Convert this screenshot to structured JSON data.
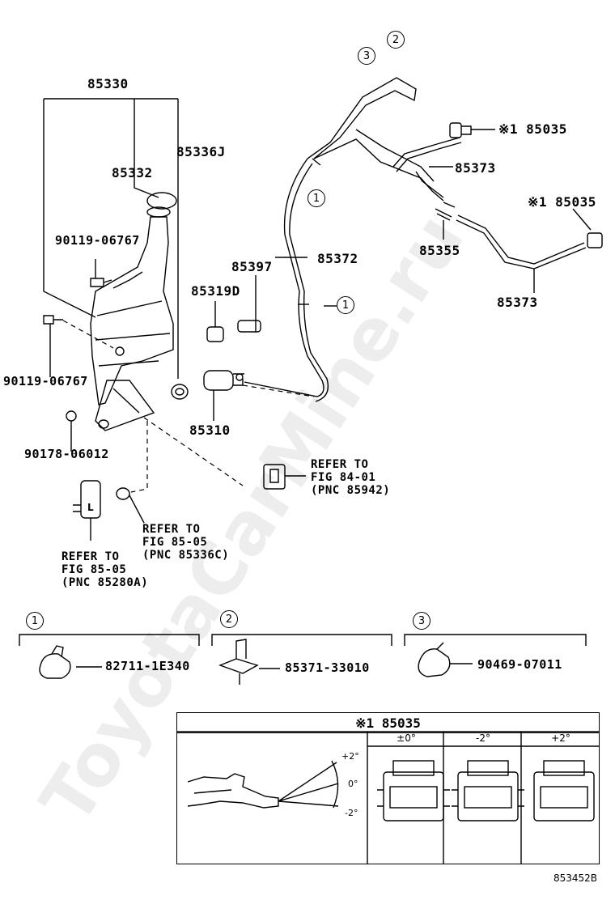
{
  "watermark": "ToyotaCarMine.ru",
  "labels": {
    "p85330": "85330",
    "p85336j": "85336J",
    "p85332": "85332",
    "p90119a": "90119-06767",
    "p90119b": "90119-06767",
    "p90178": "90178-06012",
    "p85397": "85397",
    "p85319d": "85319D",
    "p85310": "85310",
    "p85372": "85372",
    "p85373a": "85373",
    "p85373b": "85373",
    "p85355": "85355",
    "p85035a": "※1 85035",
    "p85035b": "※1 85035"
  },
  "callouts": {
    "c1a": "1",
    "c1b": "1",
    "c2": "2",
    "c3": "3"
  },
  "notes": {
    "ref1": "REFER TO\nFIG 84-01\n(PNC 85942)",
    "ref2": "REFER TO\nFIG 85-05\n(PNC 85336C)",
    "ref3": "REFER TO\nFIG 85-05\n(PNC 85280A)",
    "tag_l": "L"
  },
  "detail_parts": [
    {
      "callout": "1",
      "part": "82711-1E340"
    },
    {
      "callout": "2",
      "part": "85371-33010"
    },
    {
      "callout": "3",
      "part": "90469-07011"
    }
  ],
  "table": {
    "title": "※1 85035",
    "columns": [
      "±0°",
      "-2°",
      "+2°"
    ],
    "angles": [
      "+2°",
      "0°",
      "-2°"
    ]
  },
  "figure_ref": "853452B"
}
